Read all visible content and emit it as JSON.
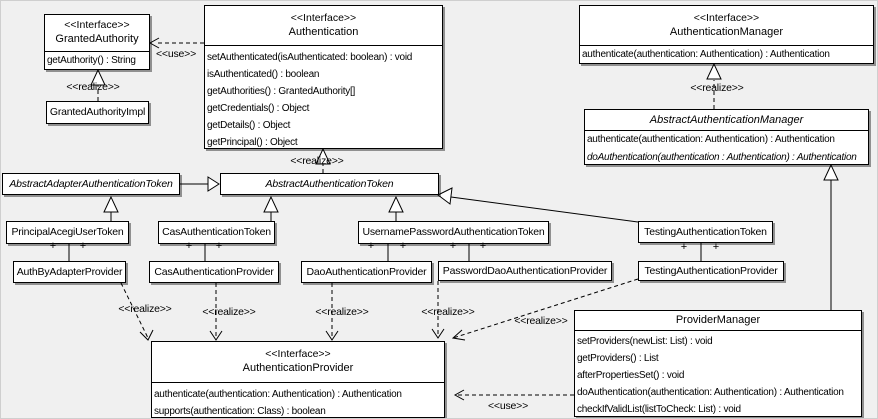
{
  "diagram": {
    "background_color": "#f0f0f0",
    "box_fill_color": "#ffffff",
    "line_color": "#000000"
  },
  "labels": {
    "use": "<<use>>",
    "realize": "<<realize>>",
    "plus": "+",
    "interface_stereotype": "<<Interface>>"
  },
  "classes": {
    "granted_authority": {
      "stereotype": "<<Interface>>",
      "name": "GrantedAuthority",
      "methods": [
        "getAuthority() : String"
      ]
    },
    "granted_authority_impl": {
      "name": "GrantedAuthorityImpl"
    },
    "authentication": {
      "stereotype": "<<Interface>>",
      "name": "Authentication",
      "methods": [
        "setAuthenticated(isAuthenticated: boolean) : void",
        "isAuthenticated() : boolean",
        "getAuthorities() : GrantedAuthority[]",
        "getCredentials() : Object",
        "getDetails() : Object",
        "getPrincipal() : Object"
      ]
    },
    "authentication_manager": {
      "stereotype": "<<Interface>>",
      "name": "AuthenticationManager",
      "methods": [
        "authenticate(authentication: Authentication) : Authentication"
      ]
    },
    "abstract_authentication_manager": {
      "name": "AbstractAuthenticationManager",
      "methods": [
        "authenticate(authentication: Authentication) : Authentication",
        "doAuthentication(authentication : Authentication) : Authentication"
      ]
    },
    "abstract_adapter_authentication_token": {
      "name": "AbstractAdapterAuthenticationToken"
    },
    "abstract_authentication_token": {
      "name": "AbstractAuthenticationToken"
    },
    "principal_acegi_user_token": {
      "name": "PrincipalAcegiUserToken"
    },
    "cas_authentication_token": {
      "name": "CasAuthenticationToken"
    },
    "username_password_authentication_token": {
      "name": "UsernamePasswordAuthenticationToken"
    },
    "testing_authentication_token": {
      "name": "TestingAuthenticationToken"
    },
    "auth_by_adapter_provider": {
      "name": "AuthByAdapterProvider"
    },
    "cas_authentication_provider": {
      "name": "CasAuthenticationProvider"
    },
    "dao_authentication_provider": {
      "name": "DaoAuthenticationProvider"
    },
    "password_dao_authentication_provider": {
      "name": "PasswordDaoAuthenticationProvider"
    },
    "testing_authentication_provider": {
      "name": "TestingAuthenticationProvider"
    },
    "authentication_provider": {
      "stereotype": "<<Interface>>",
      "name": "AuthenticationProvider",
      "methods": [
        "authenticate(authentication: Authentication) : Authentication",
        "supports(authentication: Class) : boolean"
      ]
    },
    "provider_manager": {
      "name": "ProviderManager",
      "methods": [
        "setProviders(newList: List) : void",
        "getProviders() : List",
        "afterPropertiesSet() : void",
        "doAuthentication(authentication: Authentication) : Authentication",
        "checkIfValidList(listToCheck: List) : void"
      ]
    }
  }
}
